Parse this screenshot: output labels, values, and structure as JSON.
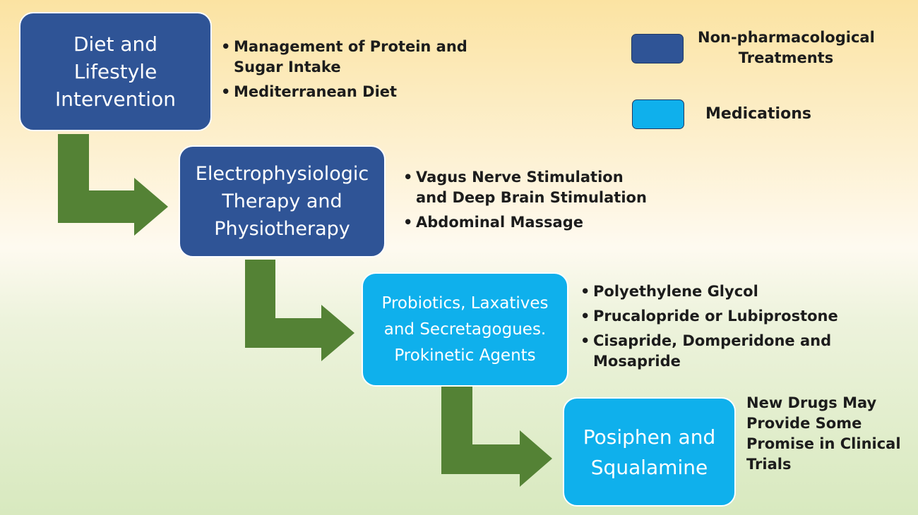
{
  "colors": {
    "non_pharmacological": "#2f5496",
    "medications": "#0fb0ec",
    "arrow": "#548235"
  },
  "legend": {
    "non_pharmacological": [
      "Non-pharmacological",
      "Treatments"
    ],
    "medications": "Medications"
  },
  "steps": [
    {
      "category": "non_pharmacological",
      "title": [
        "Diet and",
        "Lifestyle",
        "Intervention"
      ],
      "bullets": [
        [
          "Management of Protein and",
          "Sugar Intake"
        ],
        [
          "Mediterranean Diet"
        ]
      ]
    },
    {
      "category": "non_pharmacological",
      "title": [
        "Electrophysiologic",
        "Therapy and",
        "Physiotherapy"
      ],
      "bullets": [
        [
          "Vagus Nerve Stimulation",
          "and Deep Brain Stimulation"
        ],
        [
          "Abdominal Massage"
        ]
      ]
    },
    {
      "category": "medications",
      "title": [
        "Probiotics, Laxatives",
        "and Secretagogues.",
        "Prokinetic Agents"
      ],
      "bullets": [
        [
          "Polyethylene Glycol"
        ],
        [
          "Prucalopride or Lubiprostone"
        ],
        [
          "Cisapride, Domperidone and",
          "Mosapride"
        ]
      ]
    },
    {
      "category": "medications",
      "title": [
        "Posiphen and",
        "Squalamine"
      ],
      "note": [
        "New Drugs May",
        "Provide Some",
        "Promise in Clinical",
        "Trials"
      ]
    }
  ]
}
